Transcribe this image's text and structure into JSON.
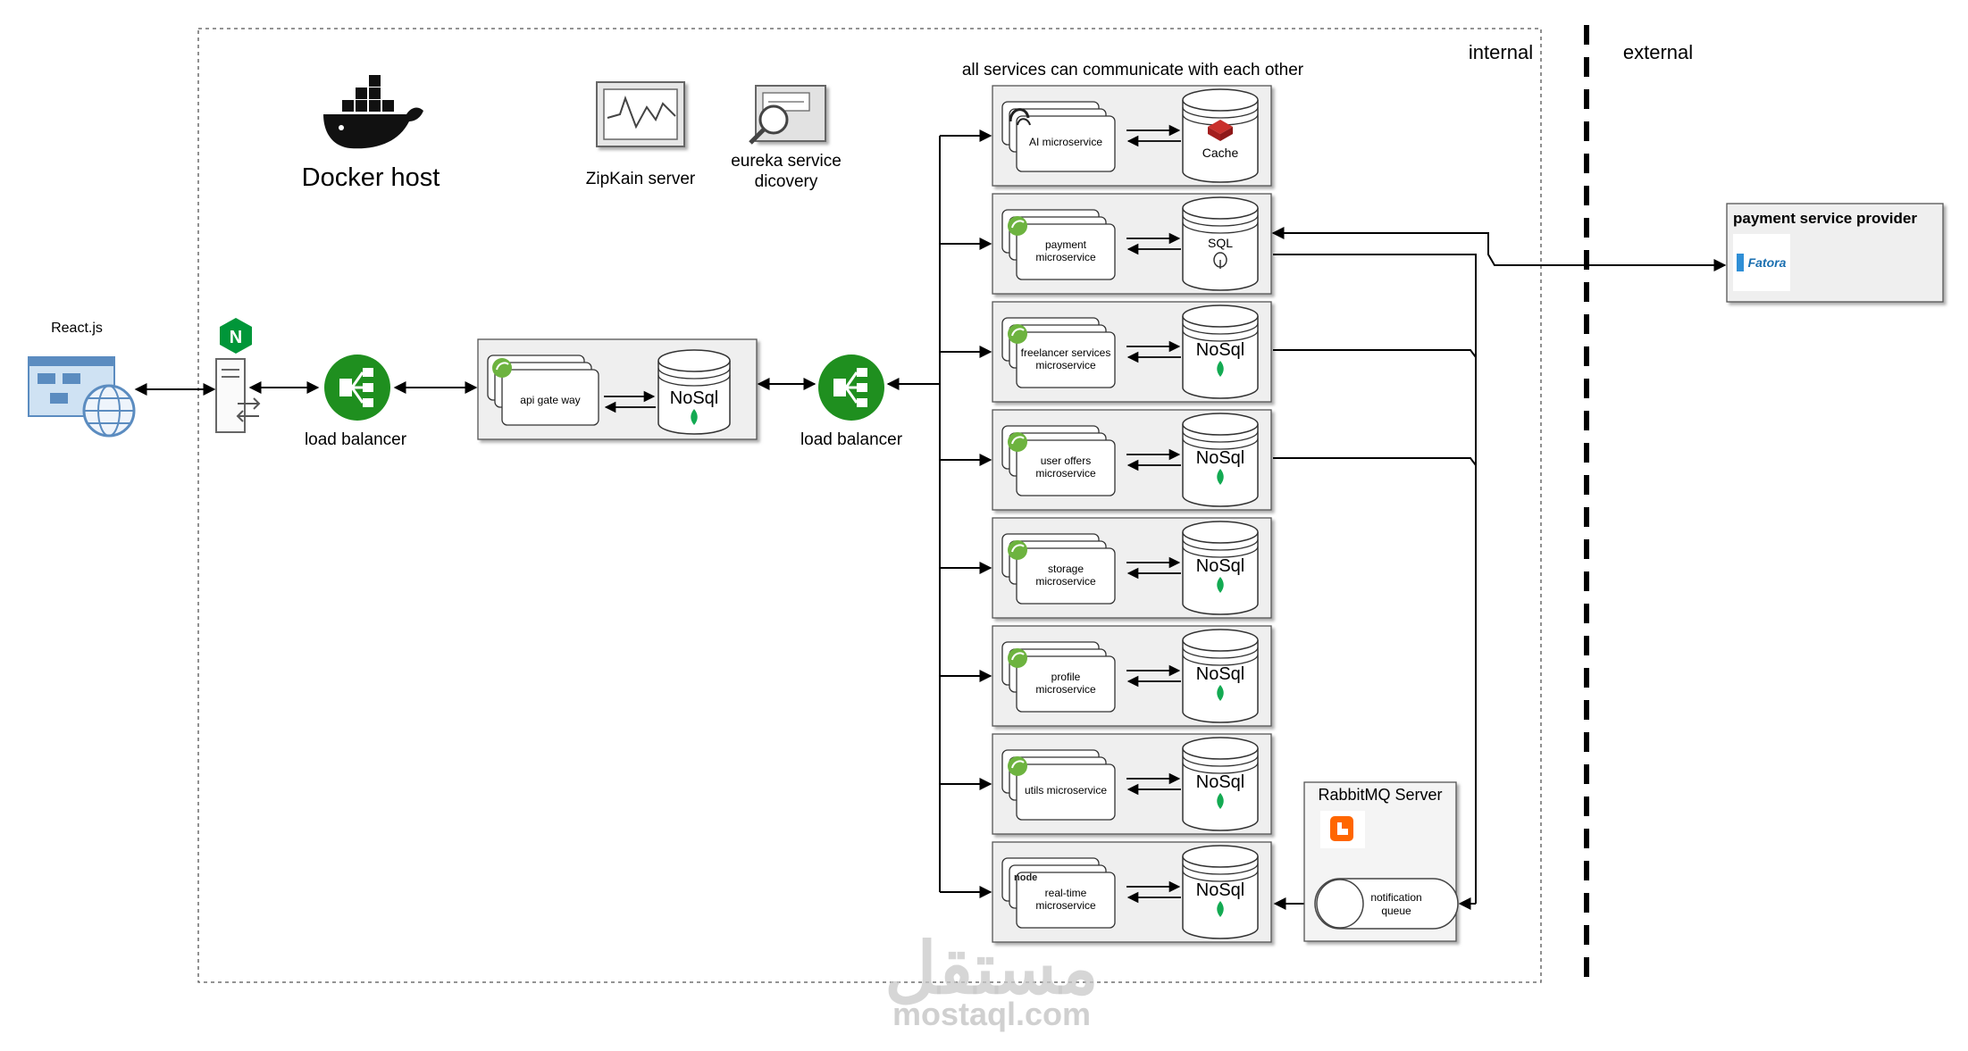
{
  "zones": {
    "internal": "internal",
    "external": "external"
  },
  "docker": {
    "label": "Docker host"
  },
  "top_note": "all services can communicate with each other",
  "client": {
    "label": "React.js"
  },
  "nginx": {
    "badge": "N"
  },
  "lb_left": {
    "label": "load balancer"
  },
  "lb_right": {
    "label": "load balancer"
  },
  "gateway": {
    "label": "api gate way",
    "db": "NoSql"
  },
  "zipkin": {
    "label": "ZipKain server"
  },
  "eureka": {
    "line1": "eureka service",
    "line2": "dicovery"
  },
  "services": [
    {
      "line1": "AI microservice",
      "line2": "",
      "db": "Cache",
      "db_line2": "",
      "tech": "python"
    },
    {
      "line1": "payment",
      "line2": "microservice",
      "db": "SQL",
      "db_line2": "",
      "tech": "spring"
    },
    {
      "line1": "freelancer services",
      "line2": "microservice",
      "db": "NoSql",
      "db_line2": "",
      "tech": "spring"
    },
    {
      "line1": "user offers",
      "line2": "microservice",
      "db": "NoSql",
      "db_line2": "",
      "tech": "spring"
    },
    {
      "line1": "storage",
      "line2": "microservice",
      "db": "NoSql",
      "db_line2": "",
      "tech": "spring"
    },
    {
      "line1": "profile",
      "line2": "microservice",
      "db": "NoSql",
      "db_line2": "",
      "tech": "spring"
    },
    {
      "line1": "utils microservice",
      "line2": "",
      "db": "NoSql",
      "db_line2": "",
      "tech": "spring"
    },
    {
      "line1": "real-time",
      "line2": "microservice",
      "db": "NoSql",
      "db_line2": "",
      "tech": "node"
    }
  ],
  "node_badge": "node",
  "rabbitmq": {
    "title": "RabbitMQ Server",
    "queue_line1": "notification",
    "queue_line2": "queue"
  },
  "payment_provider": {
    "title": "payment service provider",
    "logo": "Fatora"
  },
  "watermark": {
    "arabic": "مستقل",
    "latin": "mostaql.com"
  },
  "colors": {
    "green": "#1f8f1f",
    "spring": "#6db33f",
    "box_fill": "#efefef",
    "redis": "#c9302c",
    "rabbit": "#ff6600",
    "nginx": "#009639"
  }
}
